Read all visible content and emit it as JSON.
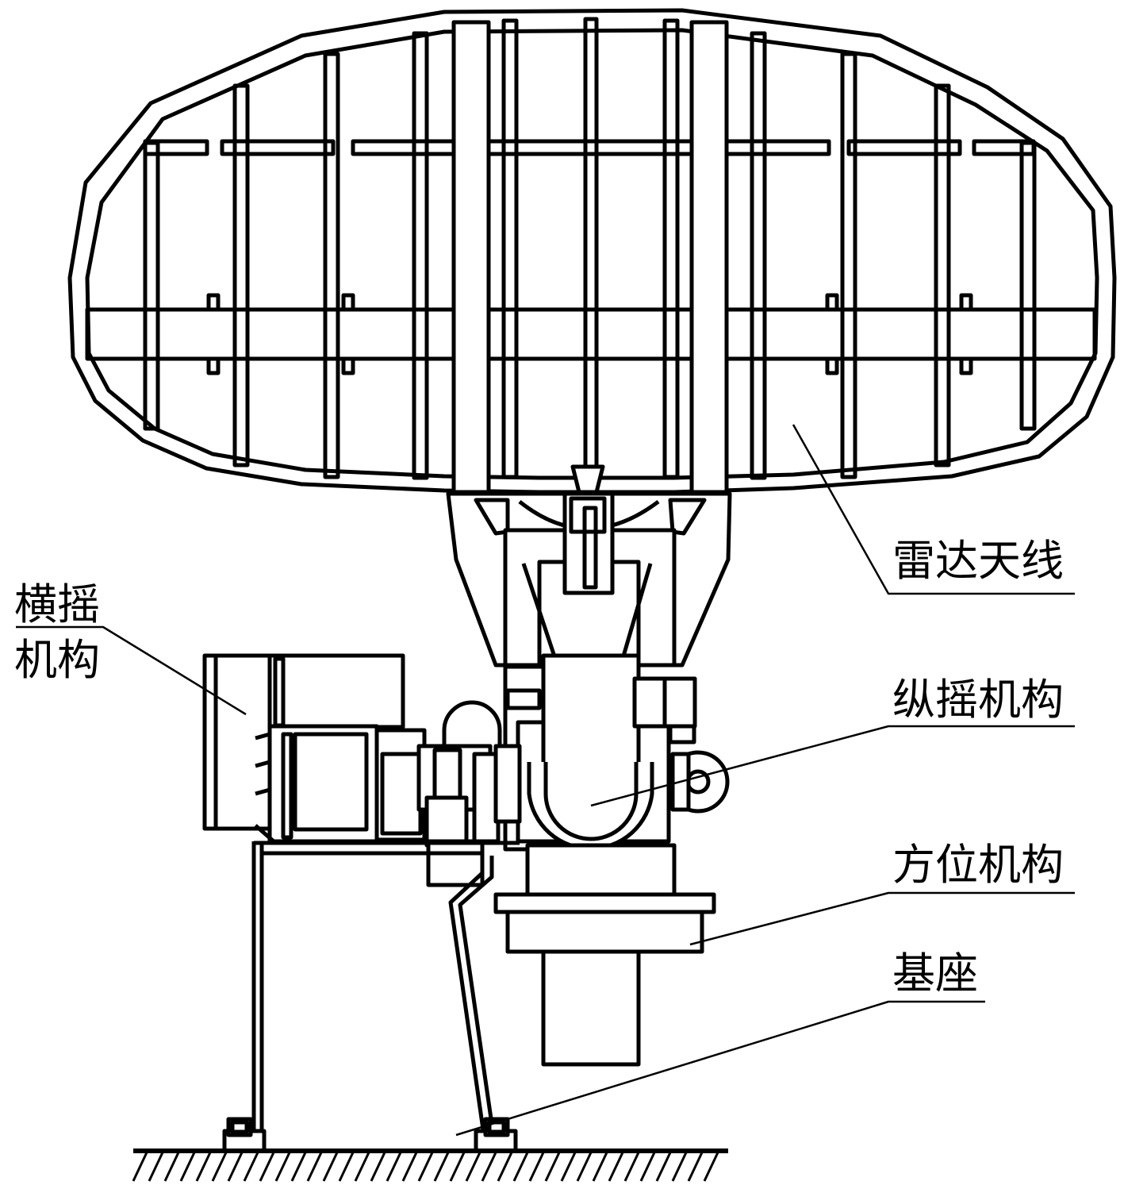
{
  "labels": {
    "radar_antenna": "雷达天线",
    "roll_mechanism_line1": "横摇",
    "roll_mechanism_line2": "机构",
    "pitch_mechanism": "纵摇机构",
    "azimuth_mechanism": "方位机构",
    "base": "基座"
  },
  "colors": {
    "line": "#000000",
    "background": "#ffffff"
  }
}
